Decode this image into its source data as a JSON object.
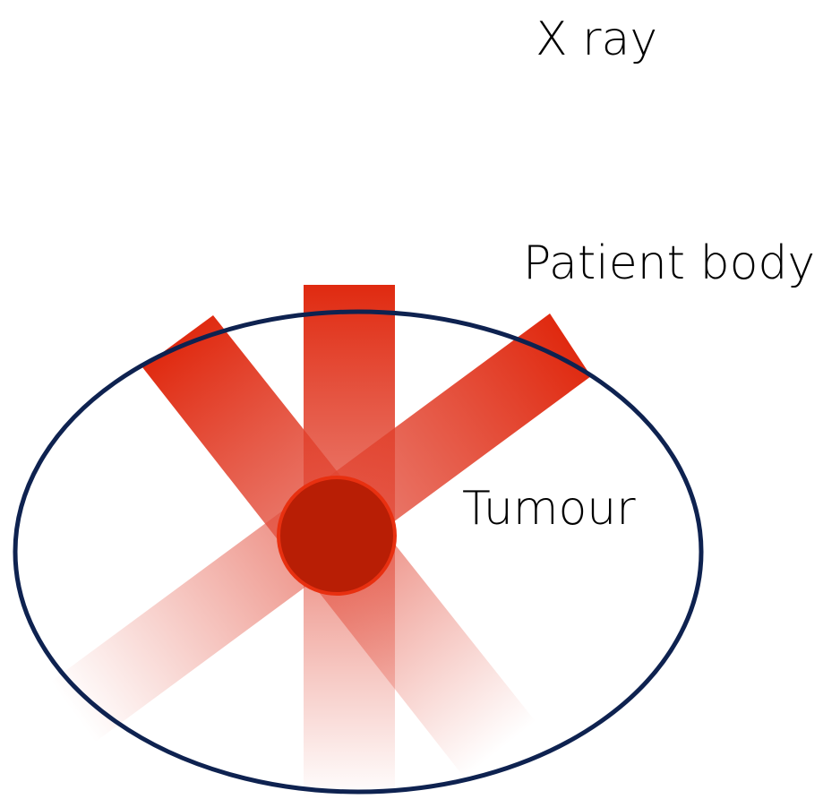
{
  "labels": {
    "xray": "X ray",
    "patient_body": "Patient body",
    "tumour": "Tumour"
  },
  "colors": {
    "beam": "#e02a10",
    "tumour_fill": "#b81e05",
    "tumour_stroke": "#e83010",
    "body_outline": "#0e2250",
    "background": "#ffffff"
  },
  "beams": [
    {
      "name": "vertical-beam",
      "direction": "vertical"
    },
    {
      "name": "left-diagonal-beam",
      "direction": "upper-left to lower-right"
    },
    {
      "name": "right-diagonal-beam",
      "direction": "upper-right to lower-left"
    }
  ]
}
